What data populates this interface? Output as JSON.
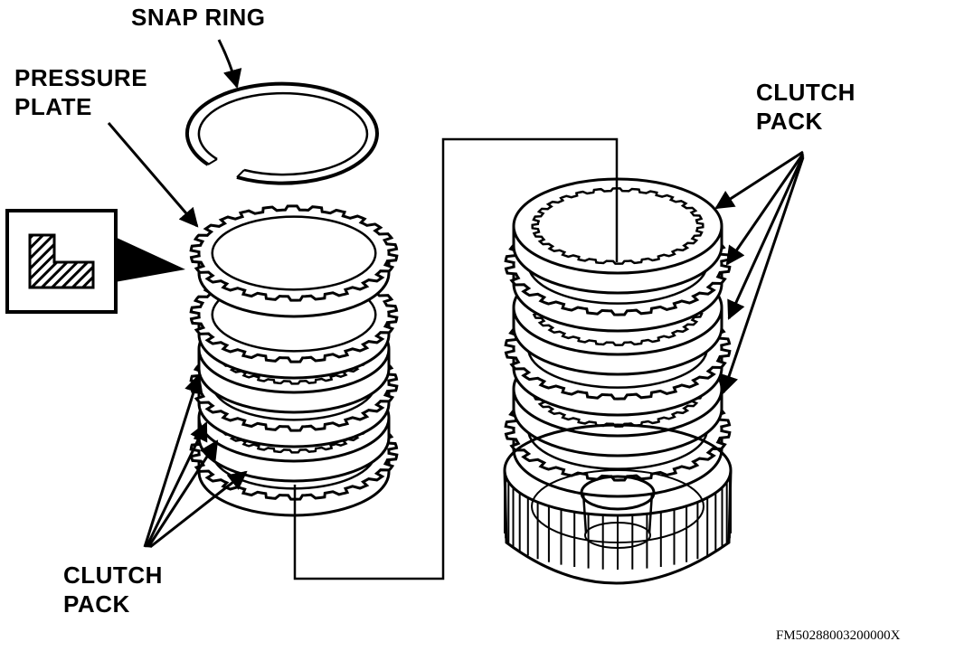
{
  "labels": {
    "snap_ring": "SNAP RING",
    "pressure_plate_line1": "PRESSURE",
    "pressure_plate_line2": "PLATE",
    "clutch_pack_left_line1": "CLUTCH",
    "clutch_pack_left_line2": "PACK",
    "clutch_pack_right_line1": "CLUTCH",
    "clutch_pack_right_line2": "PACK"
  },
  "figure_code": "FM50288003200000X"
}
